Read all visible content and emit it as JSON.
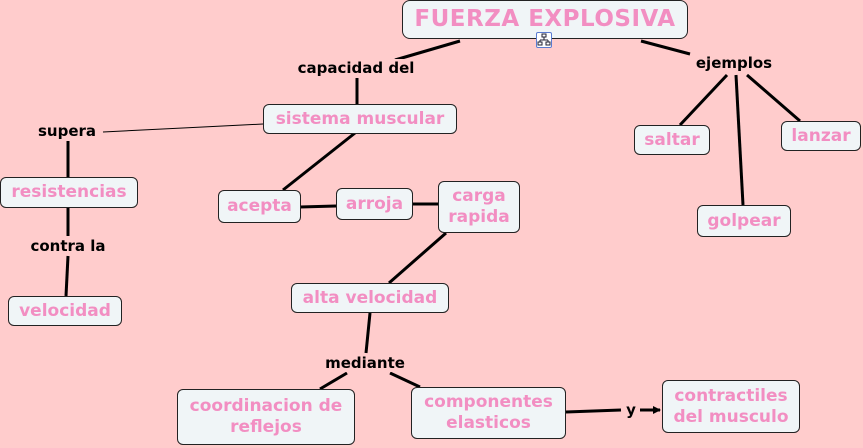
{
  "concept_map": {
    "title": "FUERZA EXPLOSIVA",
    "nodes": {
      "sistema_muscular": "sistema muscular",
      "saltar": "saltar",
      "lanzar": "lanzar",
      "golpear": "golpear",
      "resistencias": "resistencias",
      "velocidad": "velocidad",
      "acepta": "acepta",
      "arroja": "arroja",
      "carga_rapida": "carga\nrapida",
      "alta_velocidad": "alta velocidad",
      "coordinacion_reflejos": "coordinacion de\nreflejos",
      "componentes_elasticos": "componentes\nelasticos",
      "contractiles_musculo": "contractiles\ndel musculo"
    },
    "linking_phrases": {
      "capacidad_del": "capacidad del",
      "ejemplos": "ejemplos",
      "supera": "supera",
      "contra_la": "contra la",
      "mediante": "mediante",
      "y": "y"
    },
    "icons": {
      "title_submap": "hierarchy-icon"
    }
  }
}
